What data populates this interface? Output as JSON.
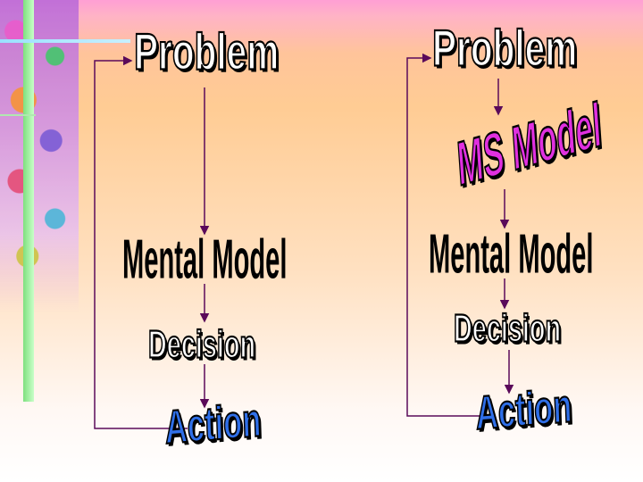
{
  "left": {
    "problem": "Problem",
    "mental_model": "Mental Model",
    "decision": "Decision",
    "action": "Action"
  },
  "right": {
    "problem": "Problem",
    "ms_model": "MS Model",
    "mental_model": "Mental Model",
    "decision": "Decision",
    "action": "Action"
  },
  "colors": {
    "arrow": "#5a0a5a",
    "pink_word": "#e030e0",
    "blue_word": "#2f6fe8"
  }
}
